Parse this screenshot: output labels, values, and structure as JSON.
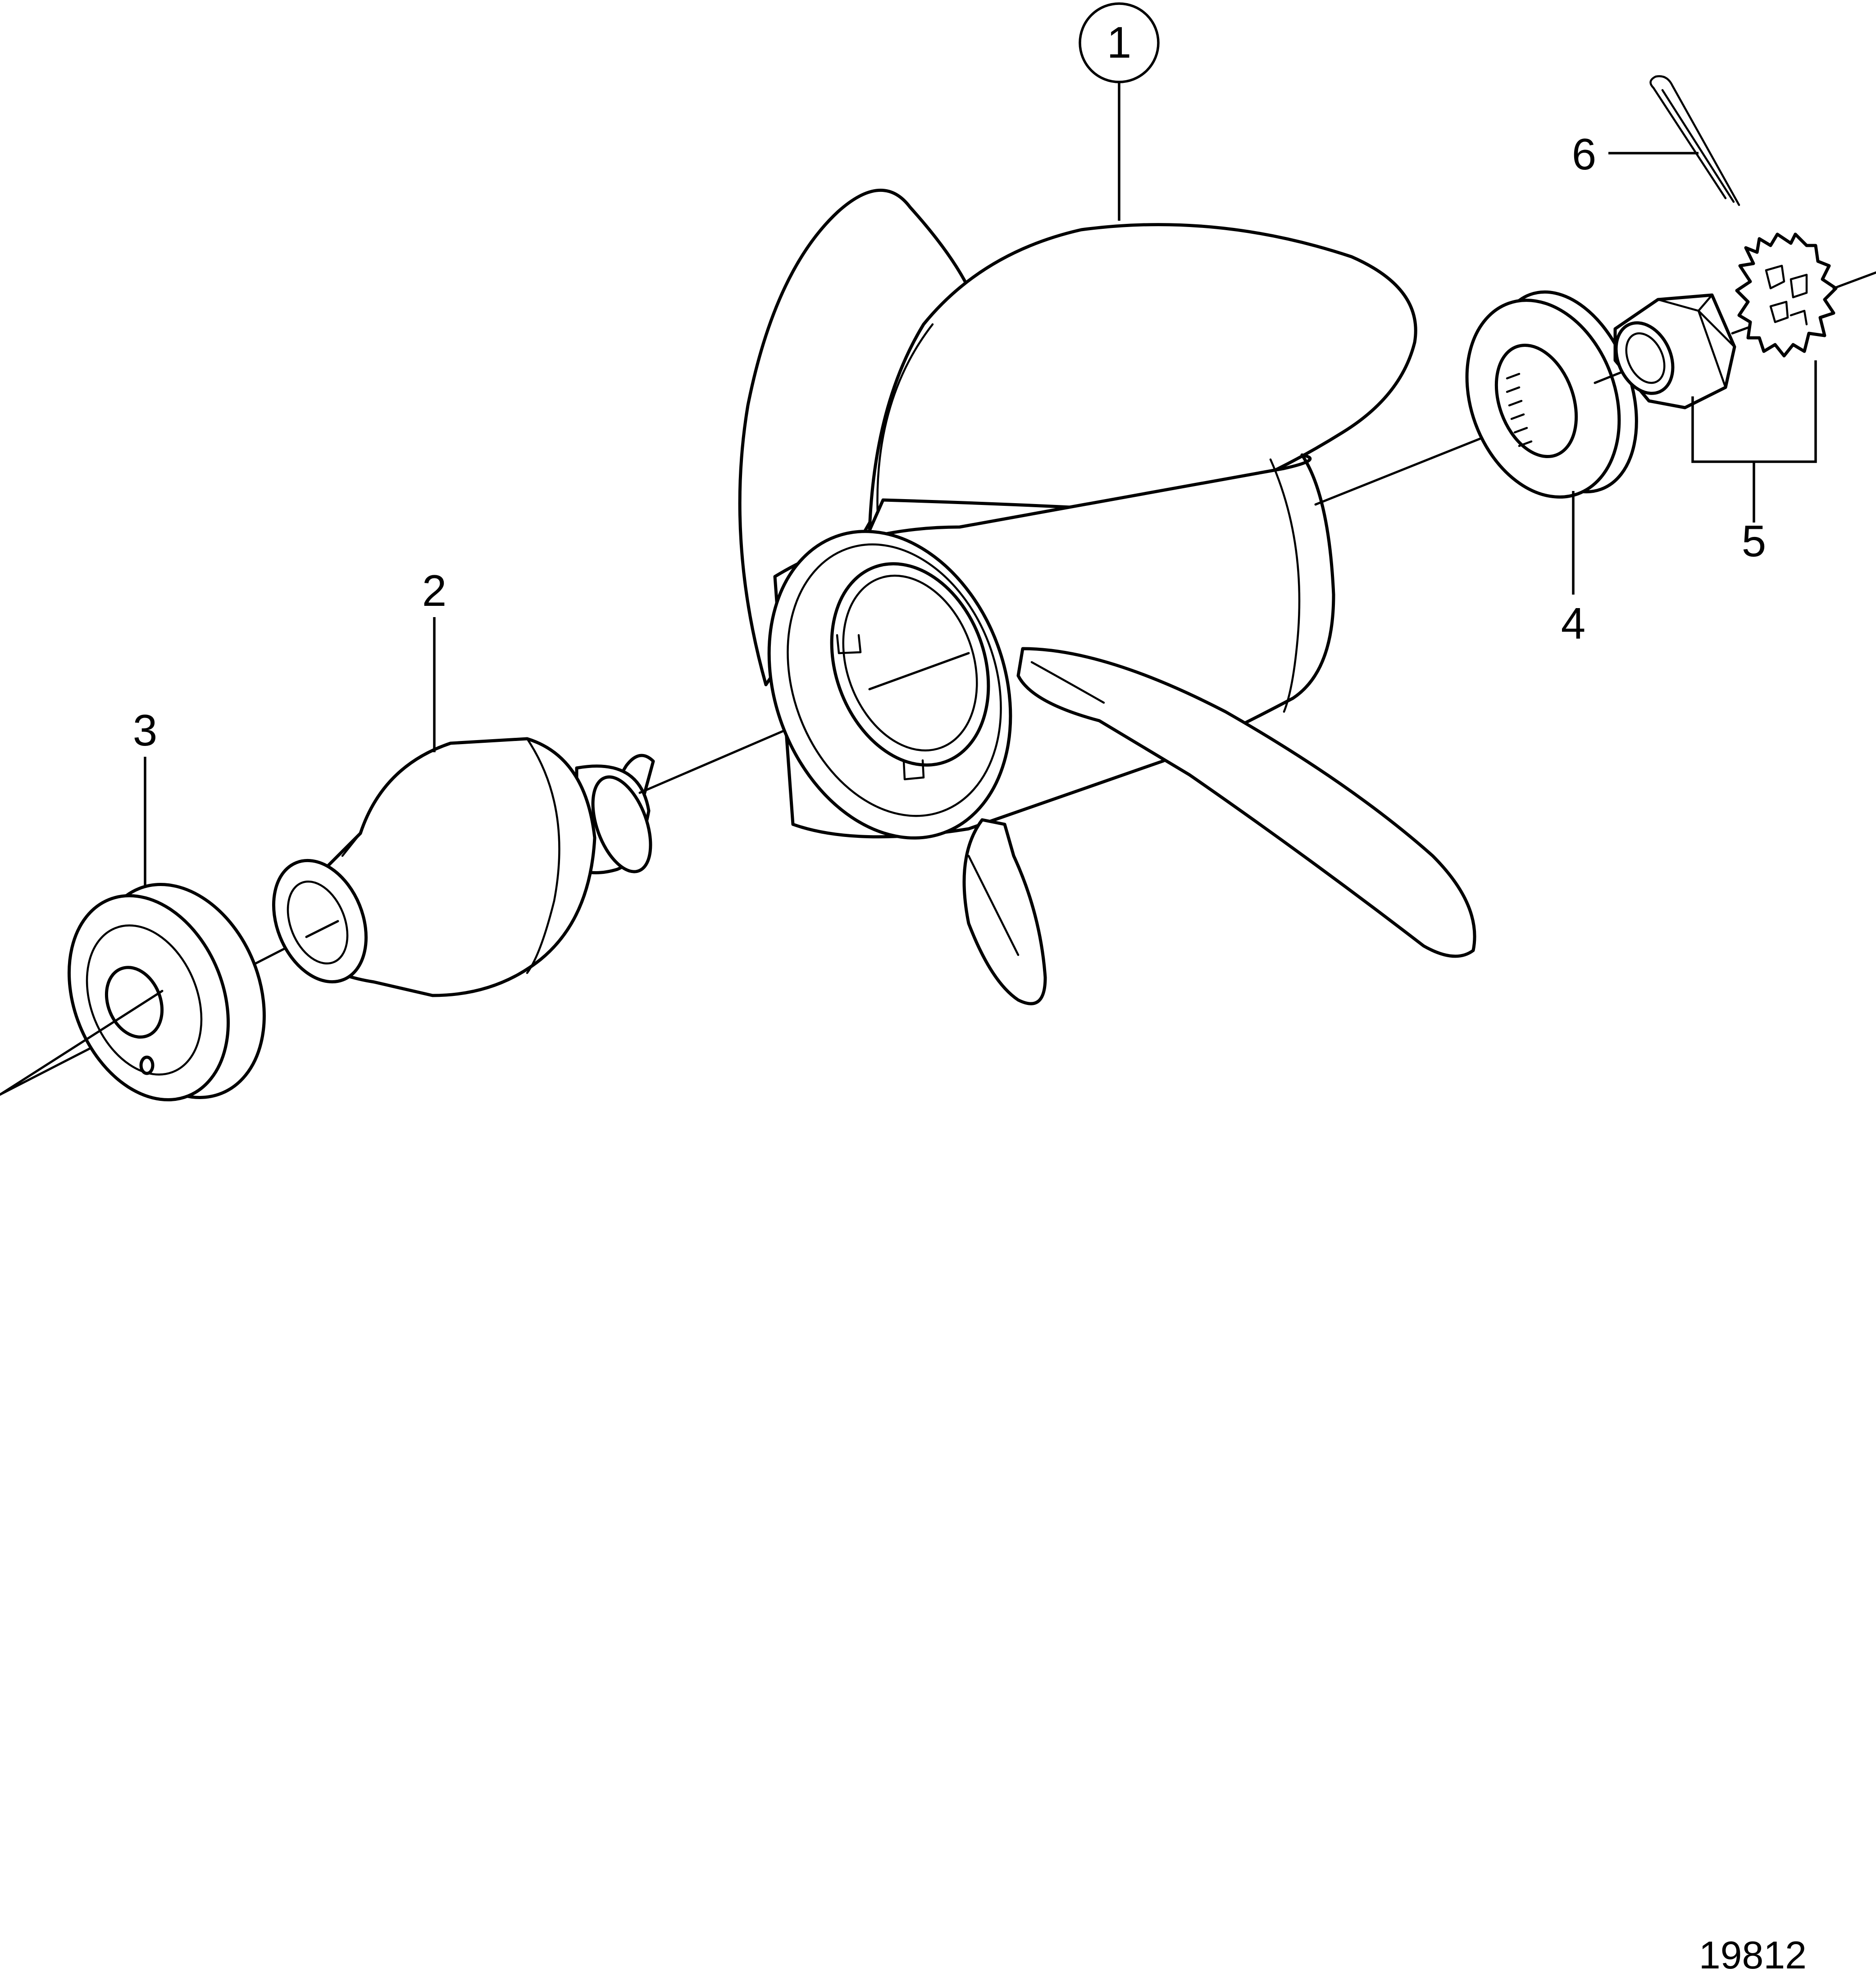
{
  "diagram": {
    "callouts": [
      {
        "id": "1",
        "label": "1",
        "circled": true
      },
      {
        "id": "2",
        "label": "2",
        "circled": false
      },
      {
        "id": "3",
        "label": "3",
        "circled": false
      },
      {
        "id": "4",
        "label": "4",
        "circled": false
      },
      {
        "id": "5",
        "label": "5",
        "circled": false
      },
      {
        "id": "6",
        "label": "6",
        "circled": false
      }
    ],
    "reference_number": "19812"
  }
}
